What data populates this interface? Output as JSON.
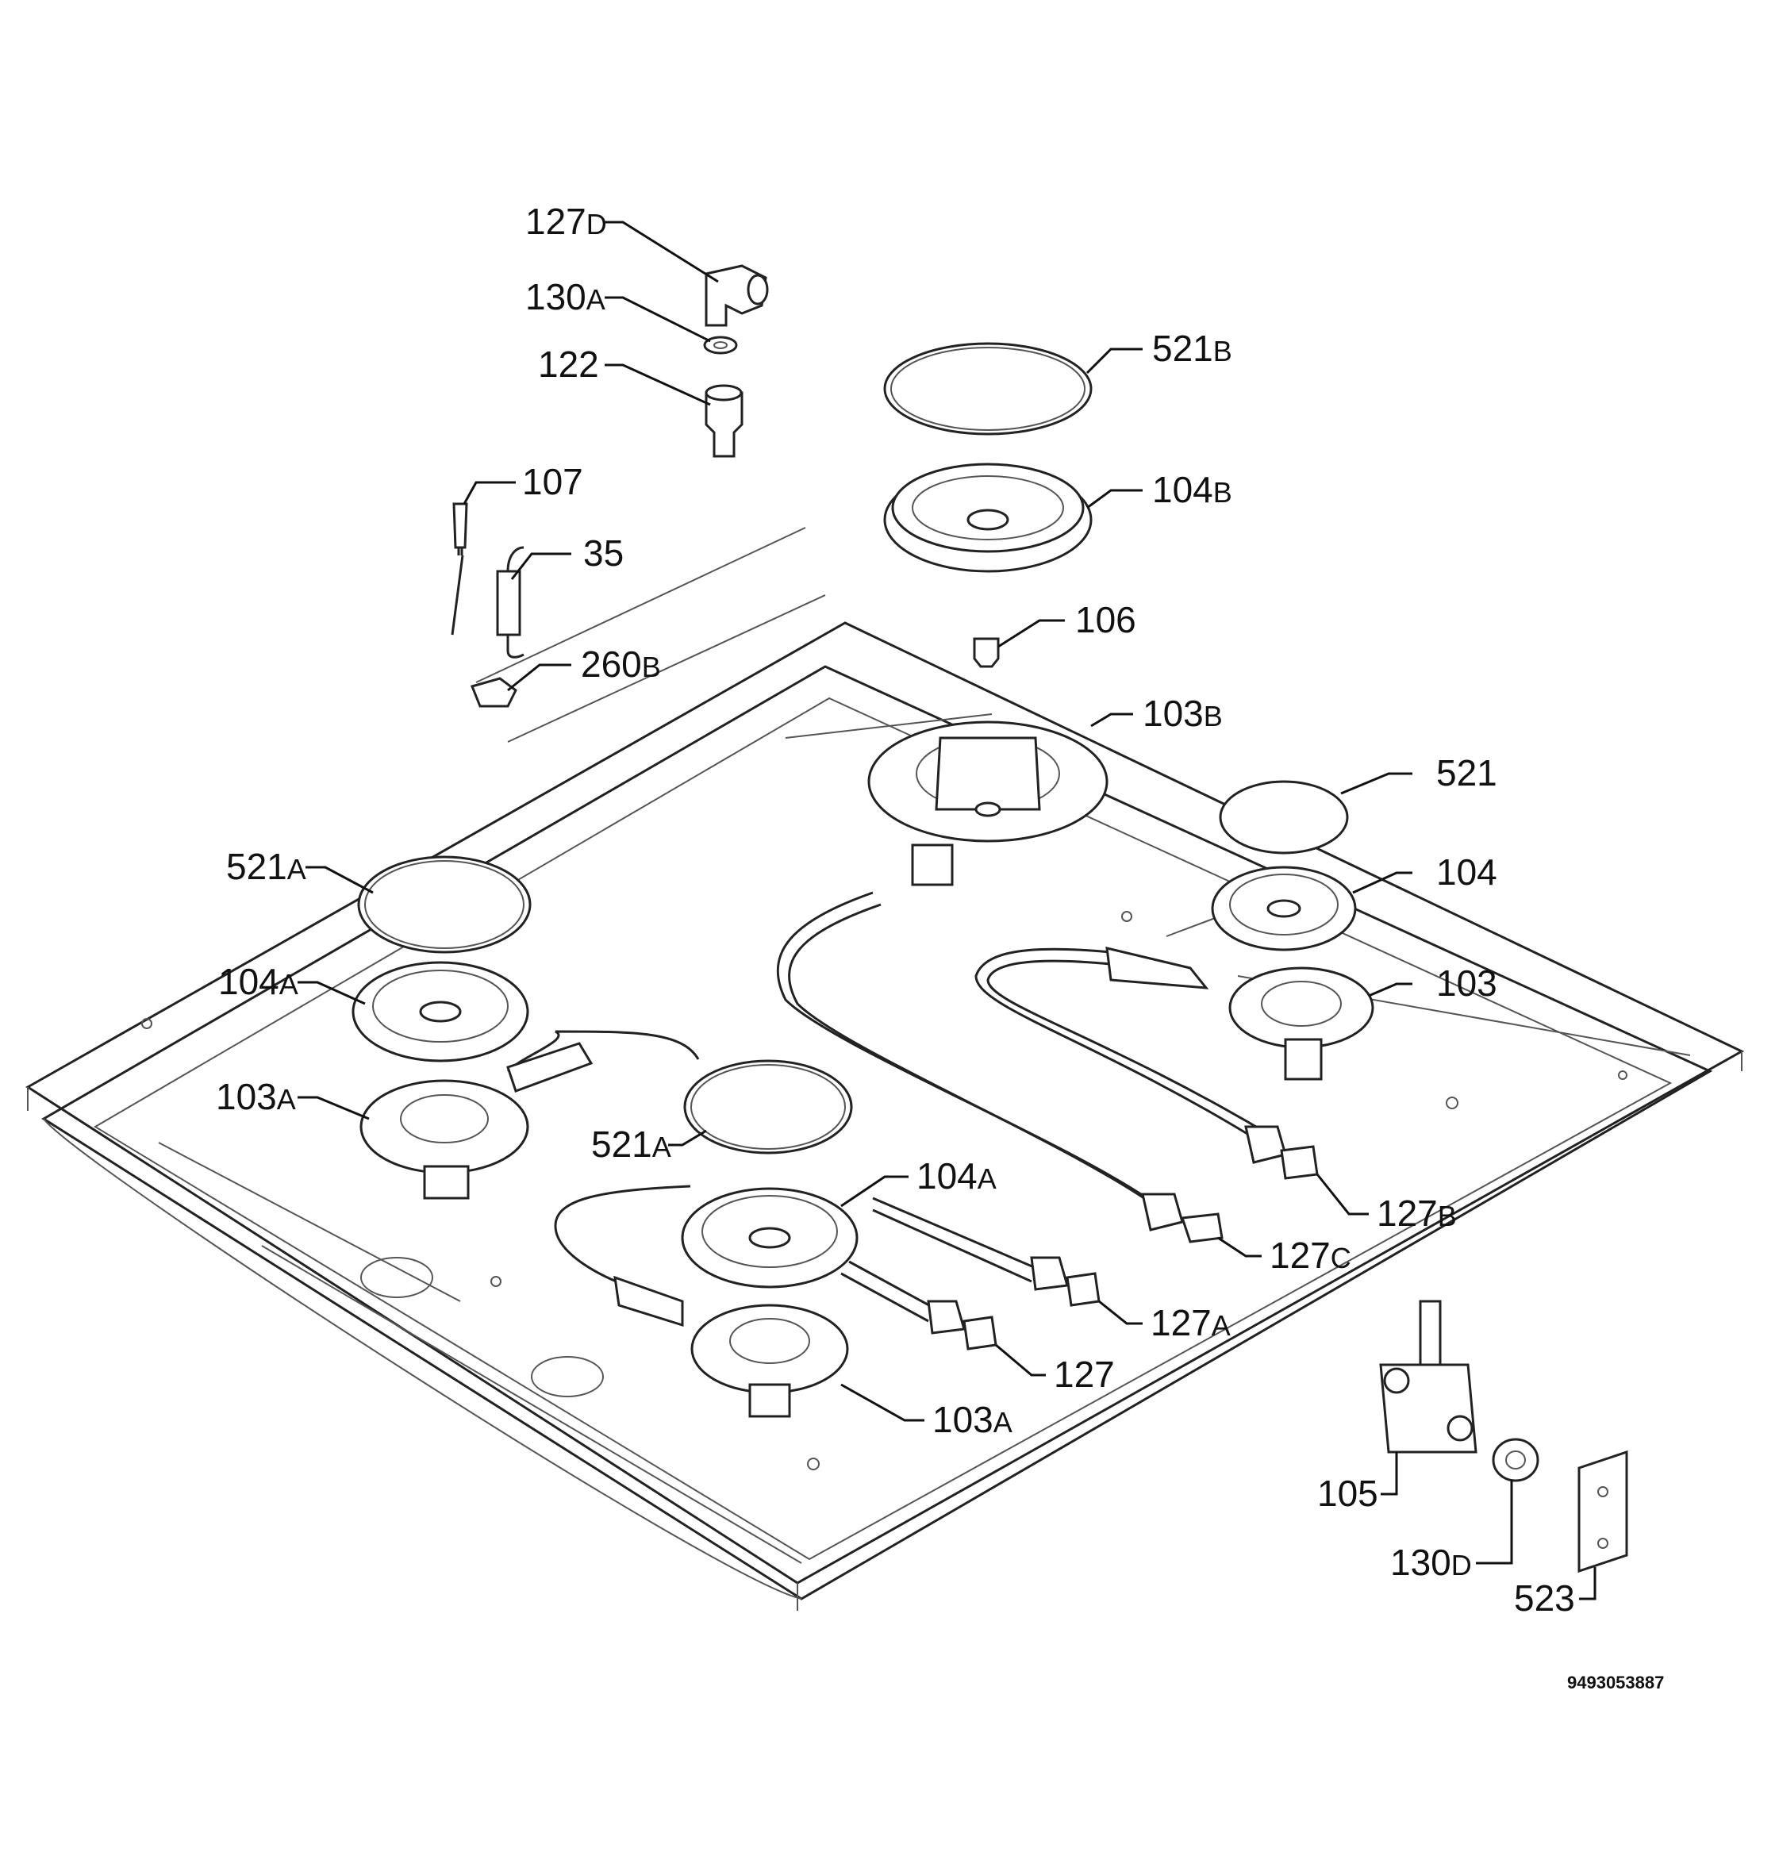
{
  "labels": [
    {
      "id": "127d-top",
      "main": "127",
      "suffix": "D"
    },
    {
      "id": "130a-top",
      "main": "130",
      "suffix": "A"
    },
    {
      "id": "122",
      "main": "122",
      "suffix": ""
    },
    {
      "id": "107",
      "main": "107",
      "suffix": ""
    },
    {
      "id": "35",
      "main": "35",
      "suffix": ""
    },
    {
      "id": "260b",
      "main": "260",
      "suffix": "B"
    },
    {
      "id": "521b",
      "main": "521",
      "suffix": "B"
    },
    {
      "id": "104b",
      "main": "104",
      "suffix": "B"
    },
    {
      "id": "106",
      "main": "106",
      "suffix": ""
    },
    {
      "id": "103b",
      "main": "103",
      "suffix": "B"
    },
    {
      "id": "521",
      "main": "521",
      "suffix": ""
    },
    {
      "id": "104",
      "main": "104",
      "suffix": ""
    },
    {
      "id": "103",
      "main": "103",
      "suffix": ""
    },
    {
      "id": "521a-left",
      "main": "521",
      "suffix": "A"
    },
    {
      "id": "104a-left",
      "main": "104",
      "suffix": "A"
    },
    {
      "id": "103a-left",
      "main": "103",
      "suffix": "A"
    },
    {
      "id": "521a-center",
      "main": "521",
      "suffix": "A"
    },
    {
      "id": "104a-center",
      "main": "104",
      "suffix": "A"
    },
    {
      "id": "127b",
      "main": "127",
      "suffix": "B"
    },
    {
      "id": "127c",
      "main": "127",
      "suffix": "C"
    },
    {
      "id": "127a",
      "main": "127",
      "suffix": "A"
    },
    {
      "id": "127",
      "main": "127",
      "suffix": ""
    },
    {
      "id": "103a-bottom",
      "main": "103",
      "suffix": "A"
    },
    {
      "id": "105",
      "main": "105",
      "suffix": ""
    },
    {
      "id": "130d",
      "main": "130",
      "suffix": "D"
    },
    {
      "id": "523",
      "main": "523",
      "suffix": ""
    }
  ],
  "document_number": "9493053887"
}
